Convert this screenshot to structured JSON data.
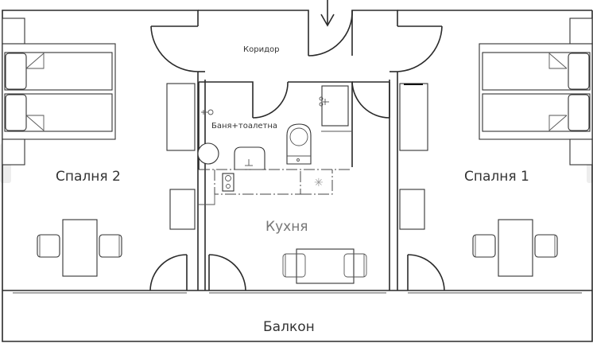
{
  "floor_plan": {
    "rooms": {
      "corridor": "Коридор",
      "bathroom": "Баня+тоалетна",
      "bedroom_left": "Спалня 2",
      "bedroom_right": "Спалня 1",
      "kitchen": "Кухня",
      "balcony": "Балкон"
    },
    "entrance_arrow": "↓"
  },
  "colors": {
    "wall": "#2a2a2a",
    "background": "#ffffff",
    "label": "#333333"
  }
}
